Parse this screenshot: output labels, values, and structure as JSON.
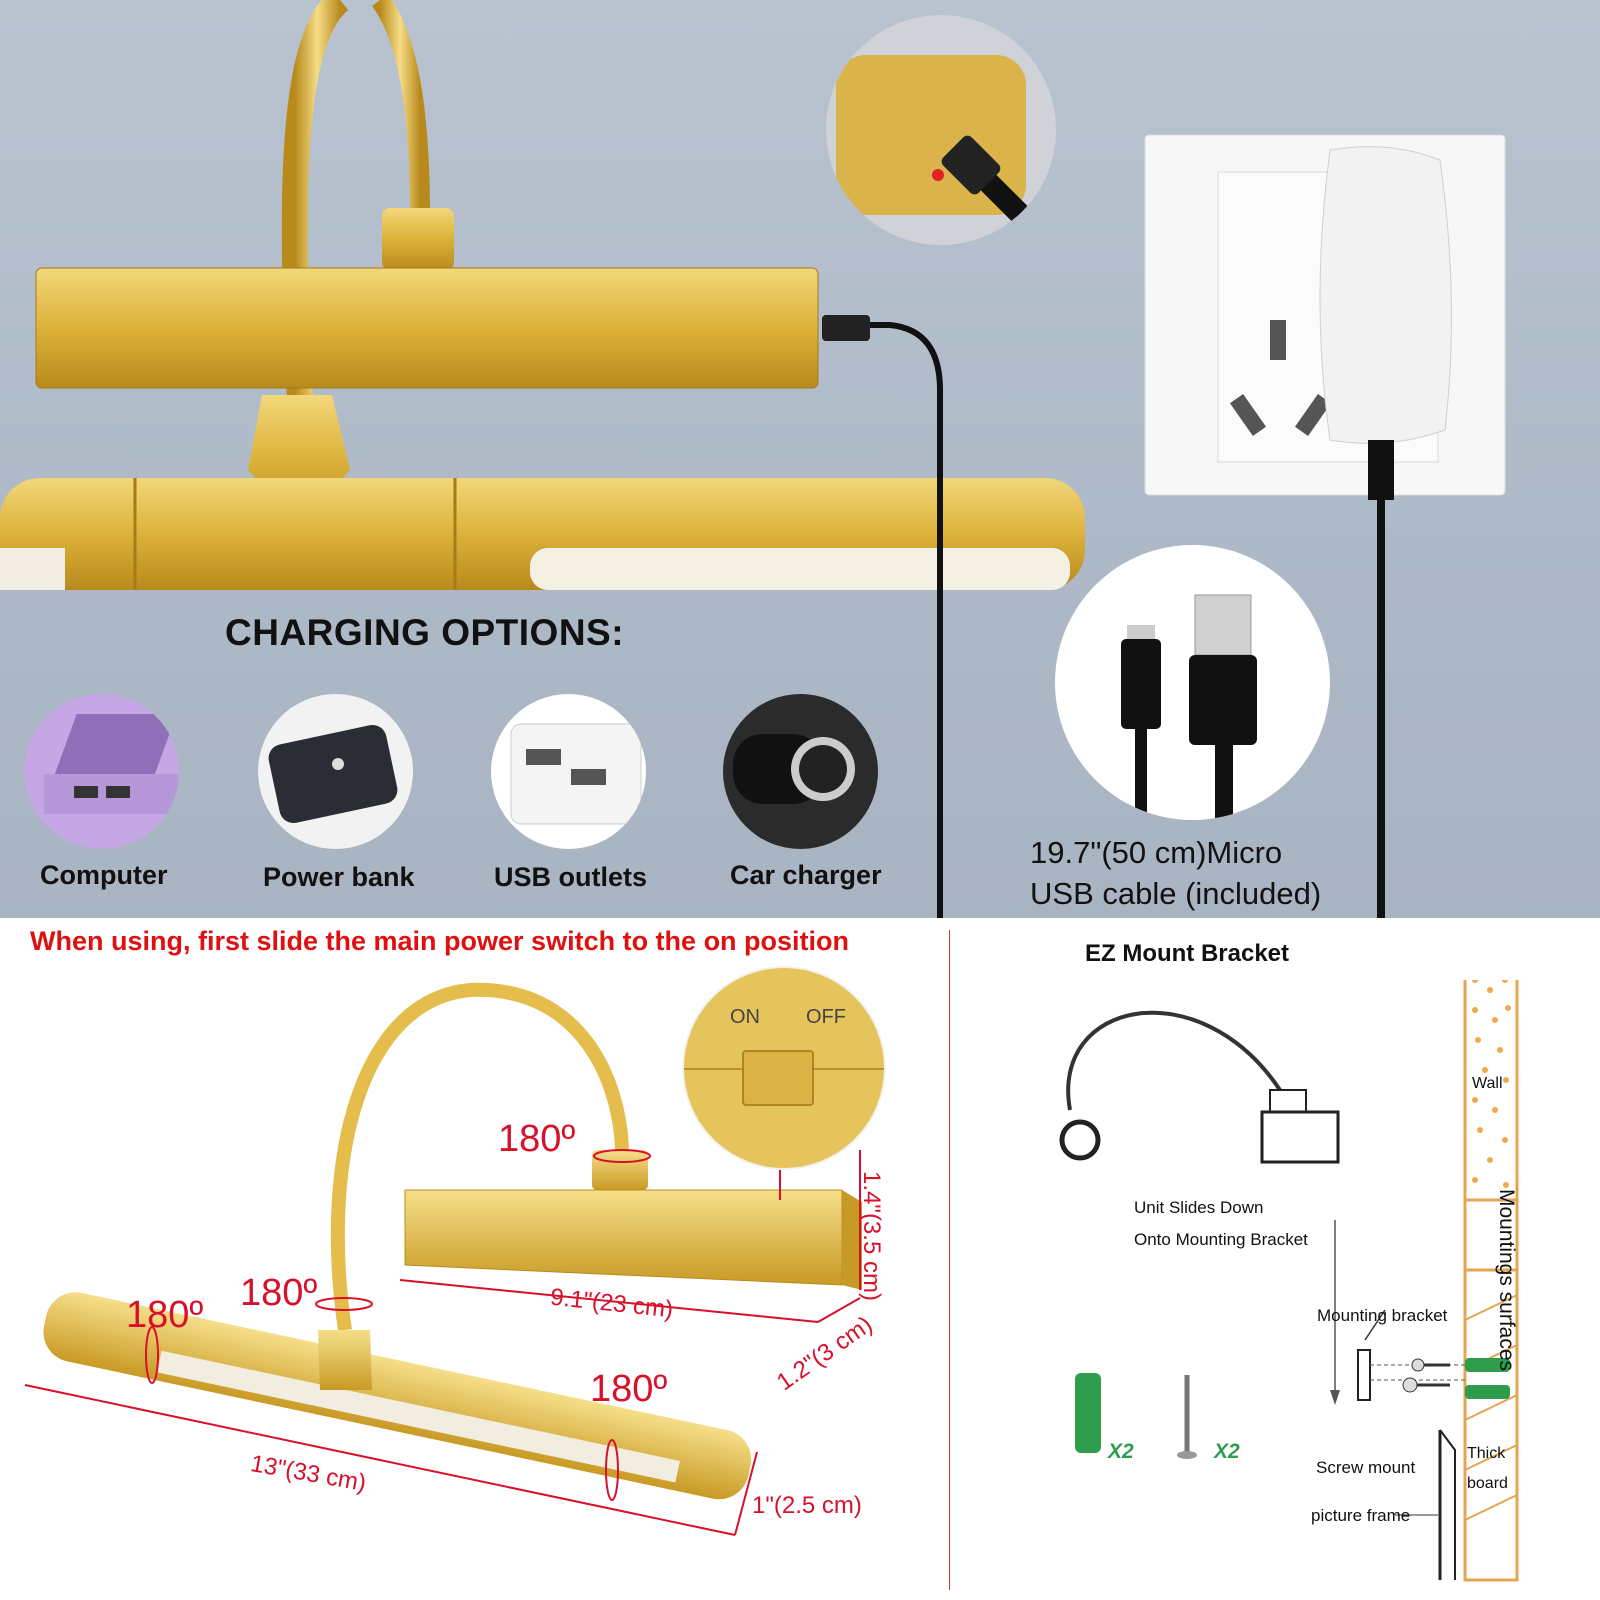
{
  "charging": {
    "title": "CHARGING OPTIONS:",
    "options": [
      {
        "label": "Computer",
        "icon": "laptop-icon"
      },
      {
        "label": "Power bank",
        "icon": "power-bank-icon"
      },
      {
        "label": "USB outlets",
        "icon": "usb-outlet-icon"
      },
      {
        "label": "Car charger",
        "icon": "car-charger-icon"
      }
    ],
    "cable_line1": "19.7\"(50 cm)Micro",
    "cable_line2": "USB cable (included)"
  },
  "dimensions": {
    "warning": "When using, first slide the main power switch to the on position",
    "switch_on": "ON",
    "switch_off": "OFF",
    "rotation_top": "180º",
    "rotation_neck": "180º",
    "rotation_left": "180º",
    "rotation_right": "180º",
    "head_width": "9.1\"(23 cm)",
    "head_depth": "1.2\"(3 cm)",
    "head_height": "1.4\"(3.5 cm)",
    "bar_length": "13\"(33 cm)",
    "bar_diameter": "1\"(2.5 cm)"
  },
  "mount": {
    "title": "EZ Mount Bracket",
    "slides_line1": "Unit Slides Down",
    "slides_line2": "Onto Mounting Bracket",
    "wall": "Wall",
    "surfaces": "Mountings surfaces",
    "bracket": "Mounting bracket",
    "screw_mount": "Screw mount",
    "thick": "Thick",
    "board": "board",
    "frame": "picture frame",
    "anchor_qty": "X2",
    "screw_qty": "X2"
  },
  "colors": {
    "gold": "#e0b43a",
    "warning_red": "#e01010",
    "dimension_red": "#d8102a",
    "anchor_green": "#2e9e4e"
  }
}
